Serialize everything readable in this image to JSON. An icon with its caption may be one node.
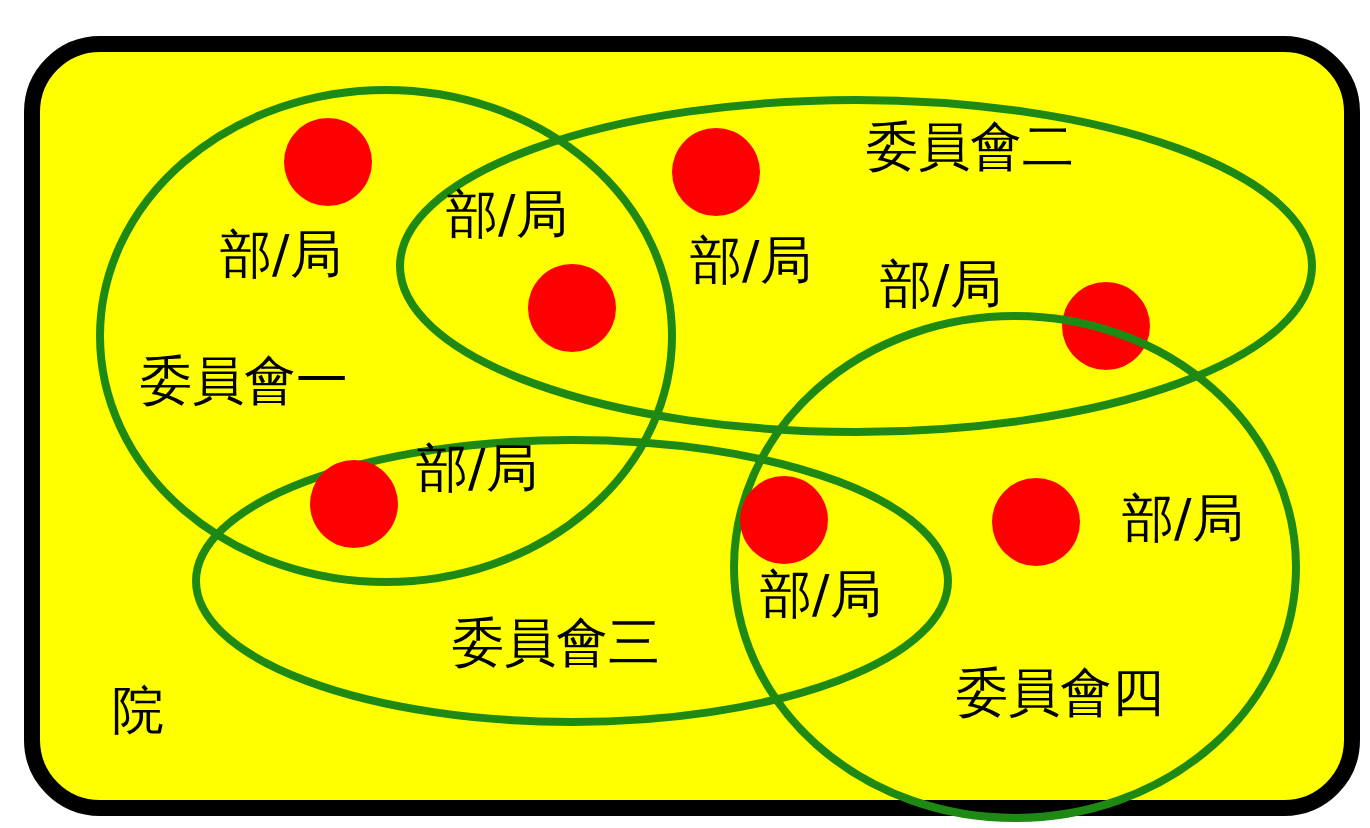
{
  "diagram": {
    "nodes": [
      {
        "text": [
          "院"
        ]
      },
      {
        "text": [
          "委員會一"
        ],
        "in": 0
      },
      {
        "text": [
          "委員會二"
        ],
        "in": 0
      },
      {
        "text": [
          "委員會三"
        ],
        "in": 0
      },
      {
        "text": [
          "委員會四"
        ],
        "in": 0
      },
      {
        "text": [],
        "shape": "circle",
        "beside": [
          "部/局"
        ],
        "in": 1
      },
      {
        "text": [],
        "shape": "circle",
        "beside": [
          "部/局"
        ],
        "in": 2
      },
      {
        "text": [],
        "shape": "circle",
        "beside": [
          "部/局"
        ]
      },
      {
        "text": [],
        "shape": "circle",
        "beside": [
          "部/局"
        ],
        "in": 2
      },
      {
        "text": [],
        "shape": "circle",
        "beside": [
          "部/局"
        ]
      },
      {
        "text": [],
        "shape": "circle",
        "beside": [
          "部/局"
        ]
      },
      {
        "text": [],
        "shape": "circle",
        "beside": [
          "部/局"
        ],
        "in": 4
      }
    ]
  }
}
